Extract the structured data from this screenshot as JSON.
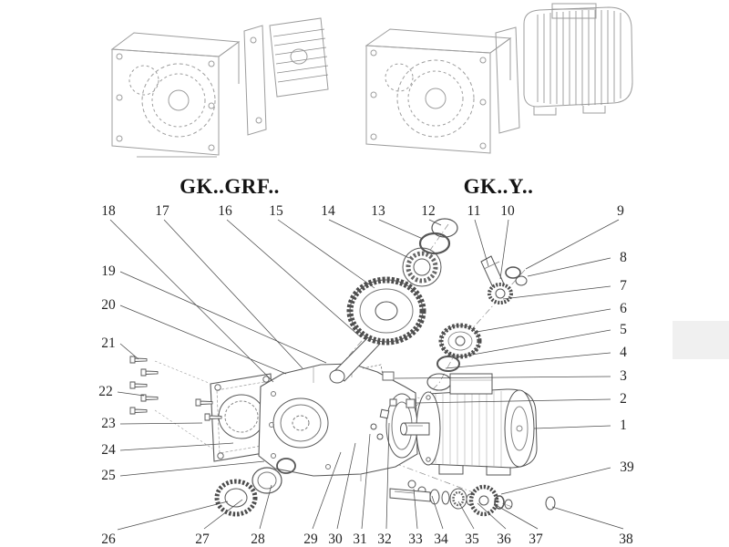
{
  "models": {
    "left": "GK..GRF..",
    "right": "GK..Y.."
  },
  "callouts": {
    "top": [
      "18",
      "17",
      "16",
      "15",
      "14",
      "13",
      "12",
      "11",
      "10",
      "9"
    ],
    "right": [
      "8",
      "7",
      "6",
      "5",
      "4",
      "3",
      "2",
      "1",
      "39"
    ],
    "left": [
      "19",
      "20",
      "21",
      "22",
      "23",
      "24",
      "25"
    ],
    "bottom": [
      "26",
      "27",
      "28",
      "29",
      "30",
      "31",
      "32",
      "33",
      "34",
      "35",
      "36",
      "37",
      "38"
    ]
  }
}
